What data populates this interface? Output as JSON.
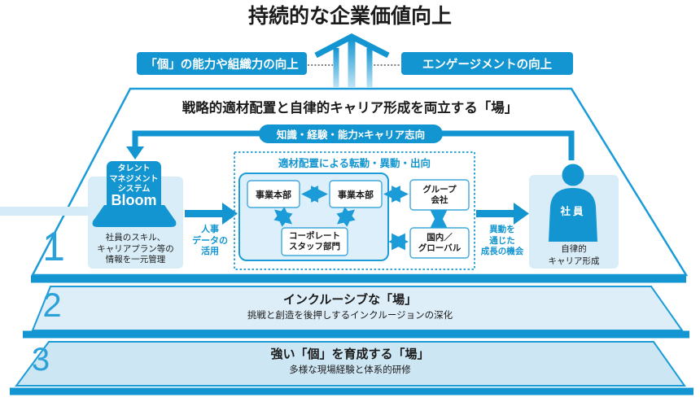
{
  "title": "持続的な企業価値向上",
  "outcomes": {
    "left": "「個」の能力や組織力の向上",
    "right": "エンゲージメントの向上"
  },
  "level1": {
    "number": "1",
    "heading": "戦略的適材配置と自律的キャリア形成を両立する「場」",
    "banner": "知識・経験・能力×キャリア志向",
    "bloom": {
      "system": "タレント\nマネジメント\nシステム",
      "name": "Bloom",
      "caption": "社員のスキル、\nキャリアプラン等の\n情報を一元管理"
    },
    "hr_data_label": "人事\nデータの\n活用",
    "placement": {
      "title": "適材配置による転勤・異動・出向",
      "bu1": "事業本部",
      "bu2": "事業本部",
      "corporate": "コーポレート\nスタッフ部門",
      "group_company": "グループ\n会社",
      "domestic_global": "国内／\nグローバル"
    },
    "growth_label": "異動を\n通じた\n成長の機会",
    "employee": {
      "label": "社員",
      "caption": "自律的\nキャリア形成"
    }
  },
  "level2": {
    "number": "2",
    "heading": "インクルーシブな「場」",
    "subheading": "挑戦と創造を後押しするインクルージョンの深化"
  },
  "level3": {
    "number": "3",
    "heading": "強い「個」を育成する「場」",
    "subheading": "多様な現場経験と体系的研修"
  },
  "colors": {
    "accent_blue": "#1295d0",
    "edge_blue": "#1b9cd8",
    "number_blue": "#2aa2d9",
    "level2_fill": "#ddeef8",
    "level3_fill": "#cde6f4",
    "card_fill": "#d9edf8",
    "inner_fill": "#ddeffa",
    "text_dark": "#1b1b1b"
  }
}
